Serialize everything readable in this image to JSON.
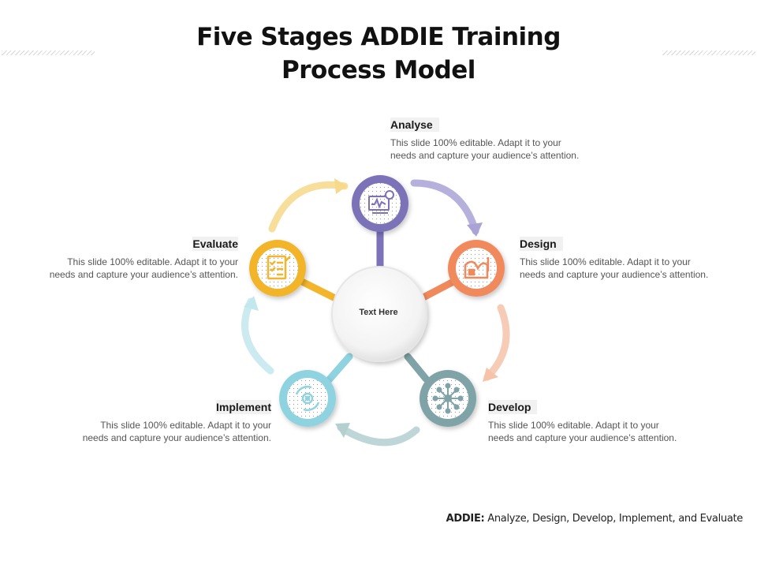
{
  "title_line1": "Five Stages ADDIE Training",
  "title_line2": "Process Model",
  "center_text": "Text Here",
  "stages": [
    {
      "name": "Analyse",
      "desc_line1": "This slide 100% editable. Adapt it to your",
      "desc_line2": "needs and capture your audience’s attention.",
      "color": "#7b72b8",
      "icon": "monitor-chart-icon"
    },
    {
      "name": "Design",
      "desc_line1": "This slide 100% editable. Adapt it to your",
      "desc_line2": "needs and capture your audience’s attention.",
      "color": "#f08a5d",
      "icon": "design-drawing-icon"
    },
    {
      "name": "Develop",
      "desc_line1": "This slide 100% editable. Adapt it to your",
      "desc_line2": "needs and capture your audience’s attention.",
      "color": "#7fa3a6",
      "icon": "network-hub-icon"
    },
    {
      "name": "Implement",
      "desc_line1": "This slide 100% editable. Adapt it to your",
      "desc_line2": "needs and capture your audience’s attention.",
      "color": "#8fd3e0",
      "icon": "gear-cycle-icon"
    },
    {
      "name": "Evaluate",
      "desc_line1": "This slide 100% editable. Adapt it to your",
      "desc_line2": "needs and capture your audience’s attention.",
      "color": "#f2b52b",
      "icon": "checklist-icon"
    }
  ],
  "footer": {
    "bold": "ADDIE:",
    "text": " Analyze, Design, Develop, Implement, and Evaluate"
  }
}
